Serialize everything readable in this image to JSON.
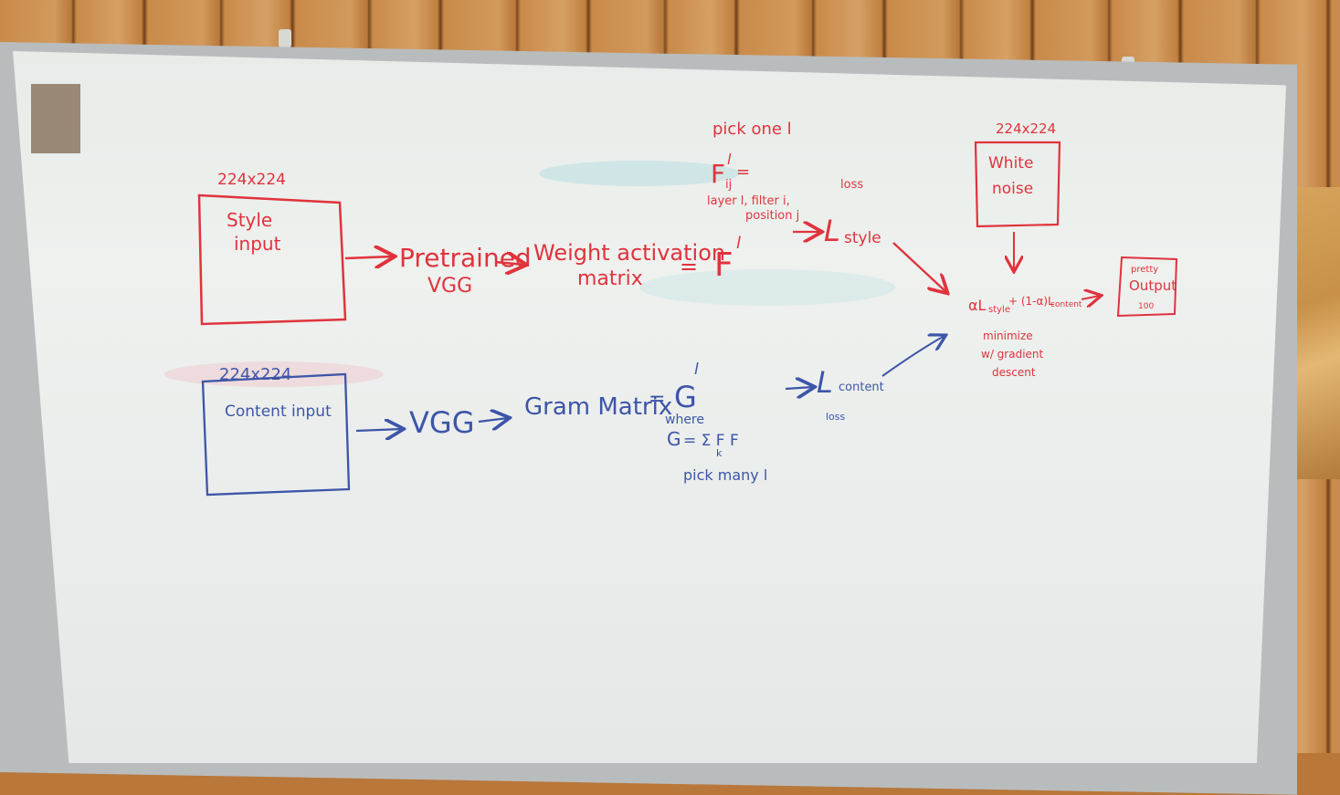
{
  "colors": {
    "red": "#e0333d",
    "blue": "#3d55a8"
  },
  "style_box": {
    "size": "224x224",
    "label_line1": "Style",
    "label_line2": "input"
  },
  "content_box": {
    "size": "224x224",
    "label": "Content input"
  },
  "top_row": {
    "pretrained_line1": "Pretrained",
    "pretrained_line2": "VGG",
    "weight_line1": "Weight activation",
    "weight_line2": "matrix",
    "equals": "=",
    "F": "F",
    "F_sup": "l"
  },
  "pick_one": "pick one l",
  "F_def": {
    "lhs": "F",
    "sup": "l",
    "sub": "ij",
    "eq": "=",
    "line1": "layer l, filter i,",
    "line2": "position j"
  },
  "loss_style": {
    "top": "loss",
    "symbol": "L",
    "sub": "style"
  },
  "bottom_row": {
    "vgg": "VGG",
    "gram": "Gram Matrix",
    "equals": "=",
    "G": "G",
    "G_sup": "l"
  },
  "G_def": {
    "where": "where",
    "formula_lhs": "G",
    "formula_rhs": "= Σ F F",
    "k": "k",
    "pick_many": "pick many l"
  },
  "loss_content": {
    "symbol": "L",
    "sub": "content",
    "bottom": "loss"
  },
  "white_noise": {
    "size": "224x224",
    "line1": "White",
    "line2": "noise"
  },
  "combined": {
    "text": "αL",
    "text_style": "style",
    "plus": "+ (1-α)L",
    "text_content": "content"
  },
  "minimize": {
    "line1": "minimize",
    "line2": "w/ gradient",
    "line3": "descent"
  },
  "output": {
    "line1": "pretty",
    "line2": "Output",
    "line3": "100"
  }
}
